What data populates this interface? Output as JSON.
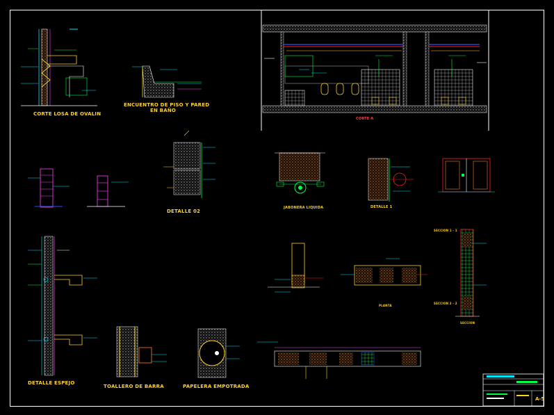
{
  "drawing": {
    "titles": {
      "corte_losa": "CORTE LOSA DE OVALIN",
      "encuentro_l1": "ENCUENTRO DE PISO Y PARED",
      "encuentro_l2": "EN BAÑO",
      "detalle_02": "DETALLE 02",
      "detalle_espejo": "DETALLE ESPEJO",
      "toallero": "TOALLERO DE BARRA",
      "papelera": "PAPELERA EMPOTRADA",
      "corte_a": "CORTE A",
      "seccion_1": "SECCION 1 - 1",
      "seccion_2": "SECCION 2 - 2",
      "seccion": "SECCION",
      "planta": "PLANTA",
      "jabonera": "JABONERA LIQUIDA",
      "detalle_1": "DETALLE 1"
    },
    "title_block": {
      "sheet_number": "A-5"
    },
    "colors": {
      "background": "#000000",
      "title_text": "#ffd21f",
      "border": "#ffffff",
      "cyan_lines": "#00e5ff",
      "green_lines": "#00ff40",
      "magenta_lines": "#ff40ff",
      "red_text": "#ff2020",
      "hatch_orange": "#ff8020",
      "blue_lines": "#3050ff"
    }
  }
}
